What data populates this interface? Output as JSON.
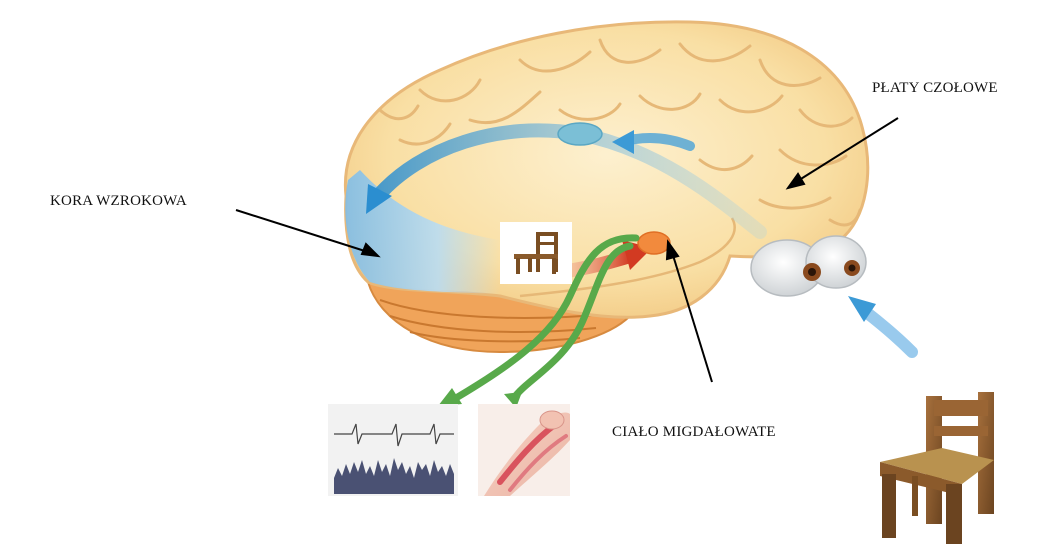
{
  "labels": {
    "frontal": "PŁATY CZOŁOWE",
    "visual": "KORA WZROKOWA",
    "amygdala": "CIAŁO MIGDAŁOWATE"
  },
  "colors": {
    "brain_fill": "#f9dfa4",
    "brain_outline": "#e8b878",
    "cerebellum": "#f0a45a",
    "visual_cortex": "#a9d3ef",
    "blue_arrow": "#3c9ad6",
    "green_arrow": "#58a94a",
    "red_arrow": "#d9472a",
    "amygdala": "#f28a3d",
    "leader_line": "#000000"
  },
  "icons": [
    "brain-illustration",
    "eyes-icon",
    "chair-icon",
    "chair-photo",
    "ecg-trace-icon",
    "leg-muscle-icon"
  ]
}
